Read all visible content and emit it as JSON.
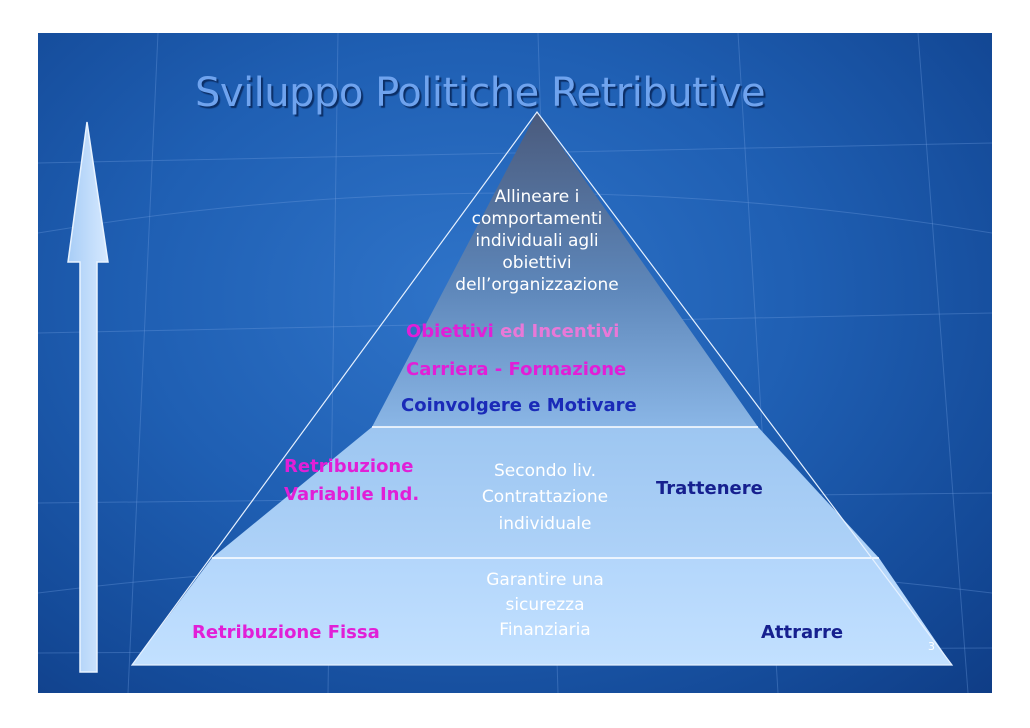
{
  "slide": {
    "title": "Sviluppo Politiche Retributive",
    "page_number": "3"
  },
  "pyramid": {
    "top": {
      "description": [
        "Allineare i",
        "comportamenti",
        "individuali agli",
        "obiettivi",
        "dell’organizzazione"
      ],
      "line_objectives_a": "Obiettivi",
      "line_objectives_b": "ed Incentivi",
      "line_career": "Carriera - Formazione",
      "line_goal": "Coinvolgere e Motivare"
    },
    "middle": {
      "left_lines": [
        "Retribuzione",
        "Variabile Ind."
      ],
      "center_lines": [
        "Secondo liv.",
        "Contrattazione",
        "individuale"
      ],
      "goal": "Trattenere"
    },
    "bottom": {
      "left": "Retribuzione Fissa",
      "center_lines": [
        "Garantire una",
        "sicurezza",
        "Finanziaria"
      ],
      "goal": "Attrarre"
    }
  },
  "colors": {
    "slide_bg": "#1f5fb3",
    "pyramid_top": "#4a5f86",
    "pyramid_bottom": "#bfdcff",
    "accent_magenta": "#e11fd7",
    "accent_navy": "#16208f"
  }
}
